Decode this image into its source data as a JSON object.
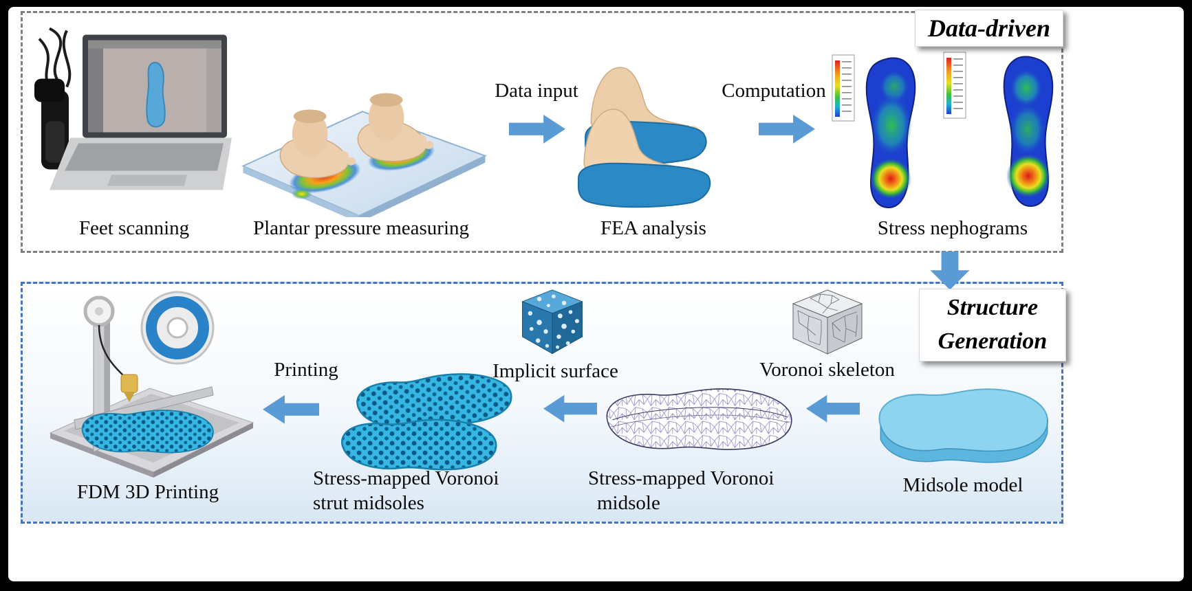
{
  "badges": {
    "data_driven": "Data-driven",
    "structure_line1": "Structure",
    "structure_line2": "Generation"
  },
  "top_row": {
    "labels": {
      "feet_scanning": "Feet scanning",
      "plantar_pressure": "Plantar pressure measuring",
      "fea_analysis": "FEA analysis",
      "stress_nephograms": "Stress nephograms"
    },
    "arrows": {
      "data_input": "Data input",
      "computation": "Computation"
    }
  },
  "bottom_row": {
    "labels": {
      "fdm_printing": "FDM 3D Printing",
      "strut_line1": "Stress-mapped Voronoi",
      "strut_line2": "strut midsoles",
      "voronoi_midsole_line1": "Stress-mapped Voronoi",
      "voronoi_midsole_line2": "midsole",
      "midsole_model": "Midsole model",
      "implicit_surface": "Implicit surface",
      "voronoi_skeleton": "Voronoi skeleton"
    },
    "arrows": {
      "printing": "Printing"
    }
  },
  "colors": {
    "arrow_blue": "#5B9BD5",
    "top_border_gray": "#7f7f7f",
    "bottom_border_blue": "#4472C4"
  }
}
